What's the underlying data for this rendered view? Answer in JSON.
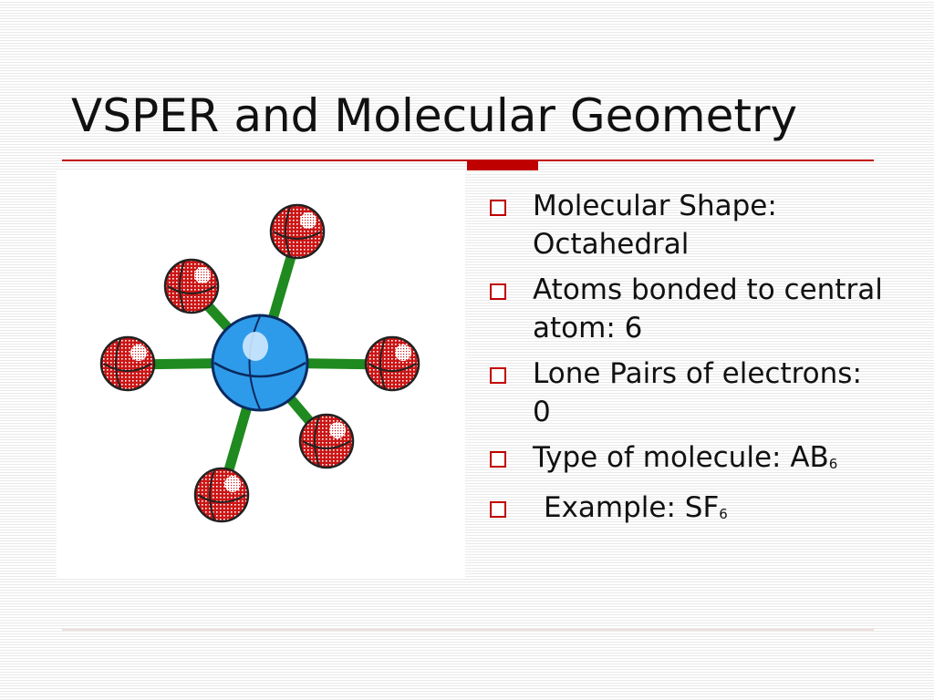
{
  "slide": {
    "title": "VSPER and Molecular Geometry"
  },
  "bullets": [
    {
      "text": "Molecular Shape: Octahedral"
    },
    {
      "text": "Atoms bonded to central atom: 6"
    },
    {
      "text": "Lone Pairs of electrons: 0"
    },
    {
      "text": "Type of molecule: AB",
      "subscript": "6"
    },
    {
      "text": "Example: SF",
      "subscript": "6"
    }
  ],
  "colors": {
    "accent": "#c00000",
    "central_atom": "#2e9bea",
    "outer_atom": "#cc1515",
    "bond": "#1f8a1f"
  },
  "image": {
    "icon": "octahedral-molecule-illustration"
  }
}
